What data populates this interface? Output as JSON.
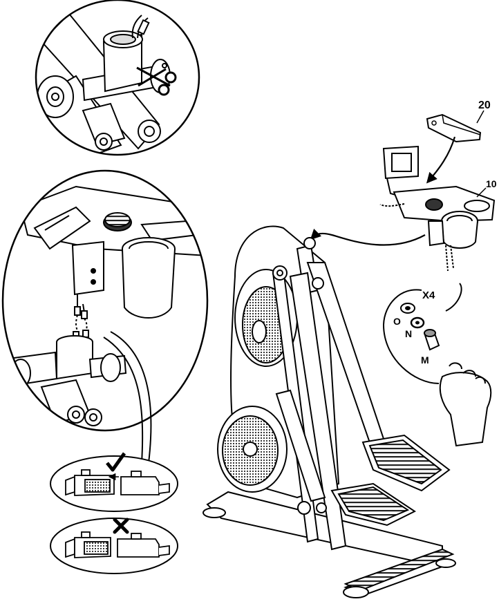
{
  "callouts": {
    "part_20": "20",
    "part_10": "10"
  },
  "hardware": {
    "quantity": "X4",
    "items": [
      {
        "letter": "O",
        "kind": "washer"
      },
      {
        "letter": "N",
        "kind": "lock-washer"
      },
      {
        "letter": "M",
        "kind": "bolt"
      }
    ]
  },
  "connector_checks": {
    "correct_icon": "check-mark-icon",
    "incorrect_icon": "cross-mark-icon"
  },
  "icons": [
    "scissors-icon",
    "hand-icon",
    "check-mark-icon",
    "cross-mark-icon"
  ]
}
